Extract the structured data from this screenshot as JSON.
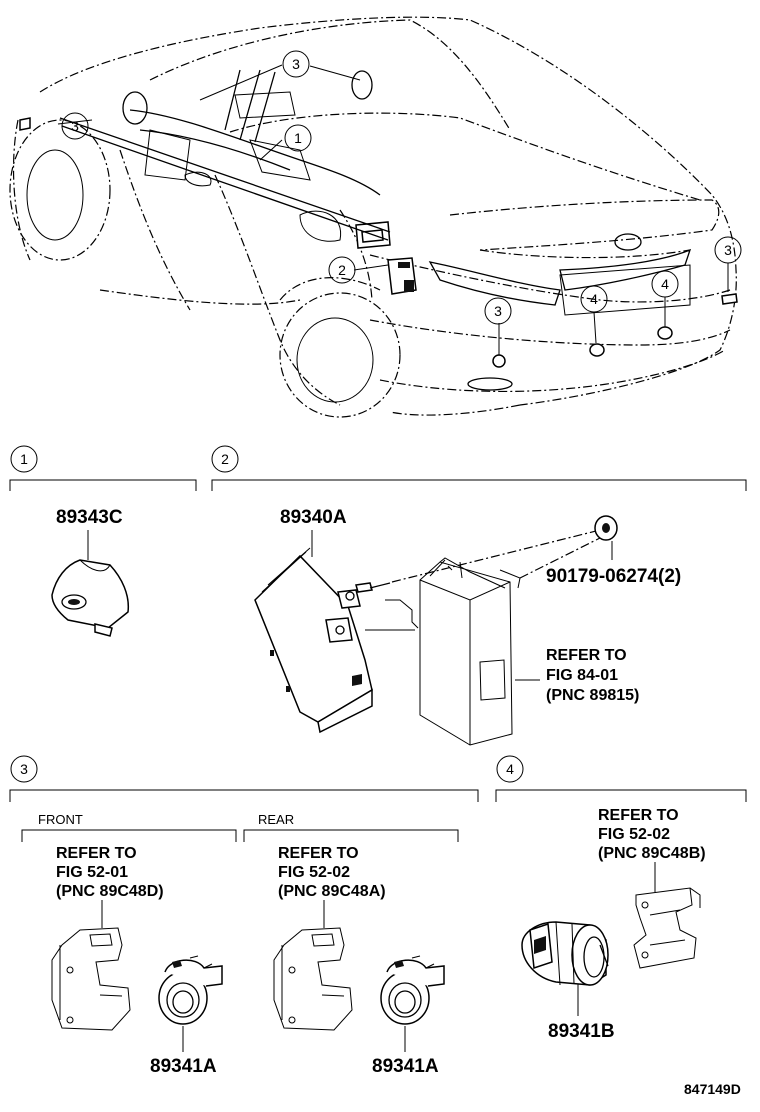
{
  "callouts": {
    "c1": "1",
    "c2": "2",
    "c3": "3",
    "c4": "4"
  },
  "sections": {
    "s1": {
      "num": "1",
      "part": "89343C"
    },
    "s2": {
      "num": "2",
      "part_unit": "89340A",
      "bolt": "90179-06274(2)",
      "ref": [
        "REFER TO",
        "FIG 84-01",
        "(PNC 89815)"
      ]
    },
    "s3": {
      "num": "3",
      "front": {
        "label": "FRONT",
        "ref": [
          "REFER TO",
          "FIG 52-01",
          "(PNC 89C48D)"
        ],
        "part": "89341A"
      },
      "rear": {
        "label": "REAR",
        "ref": [
          "REFER TO",
          "FIG 52-02",
          "(PNC 89C48A)"
        ],
        "part": "89341A"
      }
    },
    "s4": {
      "num": "4",
      "ref": [
        "REFER TO",
        "FIG 52-02",
        "(PNC 89C48B)"
      ],
      "part": "89341B"
    }
  },
  "figure_code": "847149D"
}
